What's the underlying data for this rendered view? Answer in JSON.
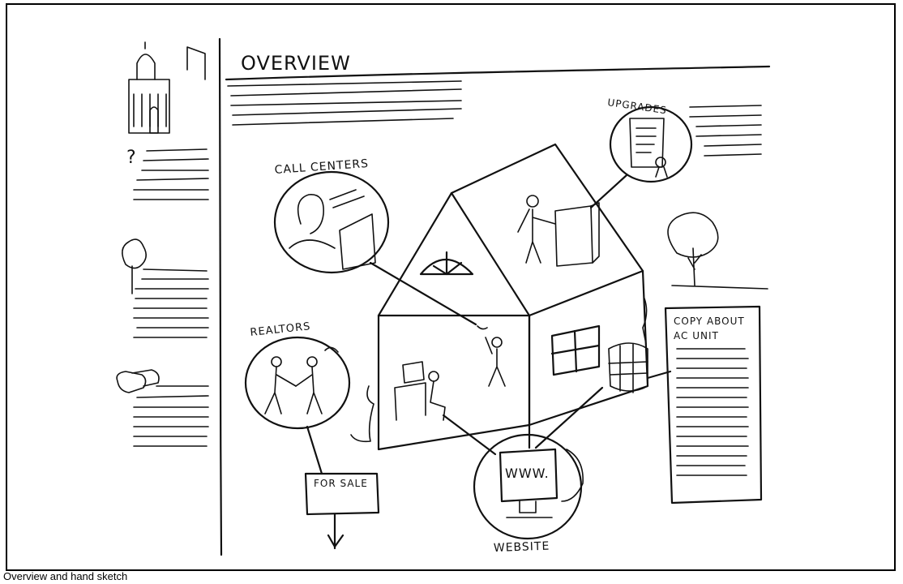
{
  "title": "OVERVIEW",
  "labels": {
    "call_centers": "CALL CENTERS",
    "upgrades": "UPGRADES",
    "realtors": "REALTORS",
    "for_sale": "FOR SALE",
    "website": "WEBSITE",
    "www": "WWW.",
    "copy_line1": "COPY ABOUT",
    "copy_line2": "AC UNIT",
    "question_mark": "?"
  },
  "caption": "Overview and hand sketch",
  "colors": {
    "ink": "#111111",
    "paper": "#ffffff"
  }
}
